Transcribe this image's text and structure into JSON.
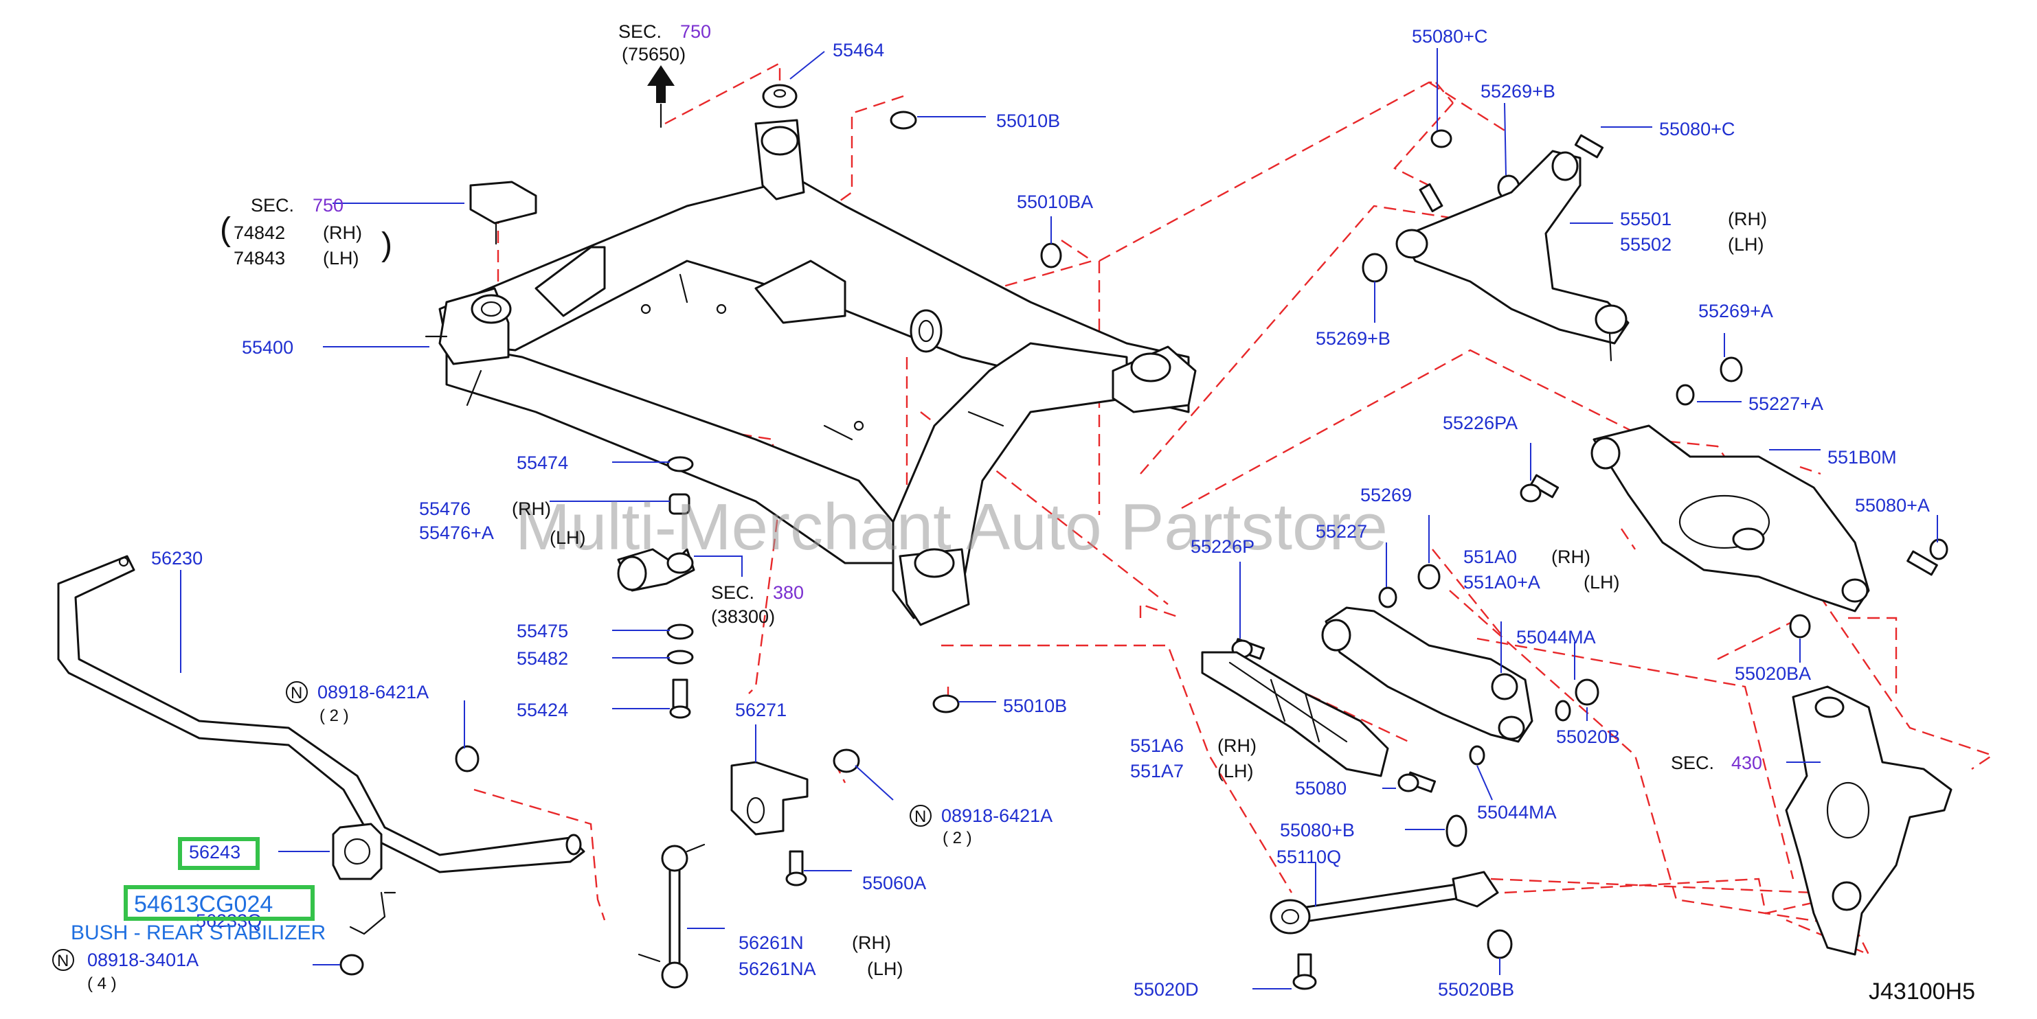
{
  "watermark": "Multi-Merchant Auto Partstore",
  "diagram_id": "J43100H5",
  "sec_refs": {
    "top": {
      "sec": "SEC.",
      "num": "750",
      "sub": "(75650)"
    },
    "left": {
      "sec": "SEC.",
      "num": "750",
      "rh": "74842",
      "rh_side": "(RH)",
      "lh": "74843",
      "lh_side": "(LH)"
    },
    "mid": {
      "sec": "SEC.",
      "num": "380",
      "sub": "(38300)"
    },
    "right": {
      "sec": "SEC.",
      "num": "430"
    }
  },
  "labels": {
    "p55464": "55464",
    "p55010B_top": "55010B",
    "p55010BA": "55010BA",
    "p55400": "55400",
    "p55474": "55474",
    "p55476": "55476",
    "p55476_rh": "(RH)",
    "p55476A": "55476+A",
    "p55476A_lh": "(LH)",
    "p55475": "55475",
    "p55482": "55482",
    "p55424": "55424",
    "p56230": "56230",
    "n_top_num": "08918-6421A",
    "n_top_qty": "( 2 )",
    "n_mid_num": "08918-6421A",
    "n_mid_qty": "( 2 )",
    "n_bot_num": "08918-3401A",
    "n_bot_qty": "( 4 )",
    "n_symbol": "N",
    "p56271": "56271",
    "p55060A": "55060A",
    "p56261N": "56261N",
    "p56261N_rh": "(RH)",
    "p56261NA": "56261NA",
    "p56261NA_lh": "(LH)",
    "p55010B_bot": "55010B",
    "p55080C_top": "55080+C",
    "p55269B_top": "55269+B",
    "p55080C_right": "55080+C",
    "p55501": "55501",
    "p55501_rh": "(RH)",
    "p55502": "55502",
    "p55502_lh": "(LH)",
    "p55269B_left": "55269+B",
    "p55269A": "55269+A",
    "p55227A": "55227+A",
    "p55226PA": "55226PA",
    "p551B0M": "551B0M",
    "p55080A": "55080+A",
    "p55269": "55269",
    "p55227": "55227",
    "p55226P": "55226P",
    "p551A0": "551A0",
    "p551A0_rh": "(RH)",
    "p551A0A": "551A0+A",
    "p551A0A_lh": "(LH)",
    "p55044MA_top": "55044MA",
    "p55020BA": "55020BA",
    "p551A6": "551A6",
    "p551A6_rh": "(RH)",
    "p551A7": "551A7",
    "p551A7_lh": "(LH)",
    "p55020B": "55020B",
    "p55080": "55080",
    "p55044MA_bot": "55044MA",
    "p55080B": "55080+B",
    "p55110Q": "55110Q",
    "p55020D": "55020D",
    "p55020BB": "55020BB",
    "p56243": "56243",
    "p56233Q": "56233Q"
  },
  "highlight": {
    "part_number": "54613CG024",
    "description": "BUSH - REAR STABILIZER",
    "box_color": "#35c24a",
    "text_color": "#1f6fe0"
  },
  "colors": {
    "label_blue": "#1f2fd0",
    "section_purple": "#7a2fd0",
    "dash_red": "#e8282a",
    "outline": "#111111"
  }
}
